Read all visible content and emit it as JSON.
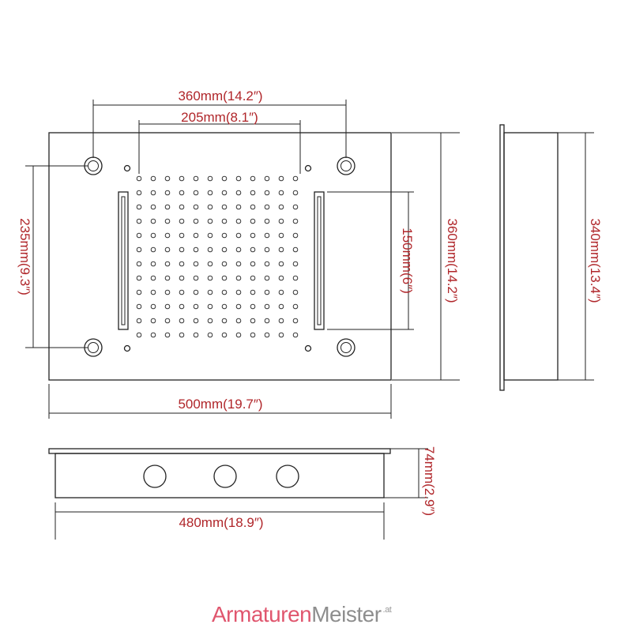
{
  "dimensions": {
    "mount_spacing_horizontal": "360mm(14.2″)",
    "nozzle_spacing_horizontal": "205mm(8.1″)",
    "mount_spacing_vertical": "235mm(9.3″)",
    "light_strip_length": "150mm(6″)",
    "panel_height": "360mm(14.2″)",
    "housing_height": "340mm(13.4″)",
    "panel_width": "500mm(19.7″)",
    "depth": "74mm(2.9″)",
    "housing_width": "480mm(18.9″)"
  },
  "colors": {
    "dimension_text": "#b0262a",
    "lines": "#222222",
    "logo_accent": "#e0566e",
    "logo_secondary": "#8e8e8e"
  },
  "brand": {
    "part1": "Armaturen",
    "part2": "Meister",
    "suffix": ".at"
  }
}
